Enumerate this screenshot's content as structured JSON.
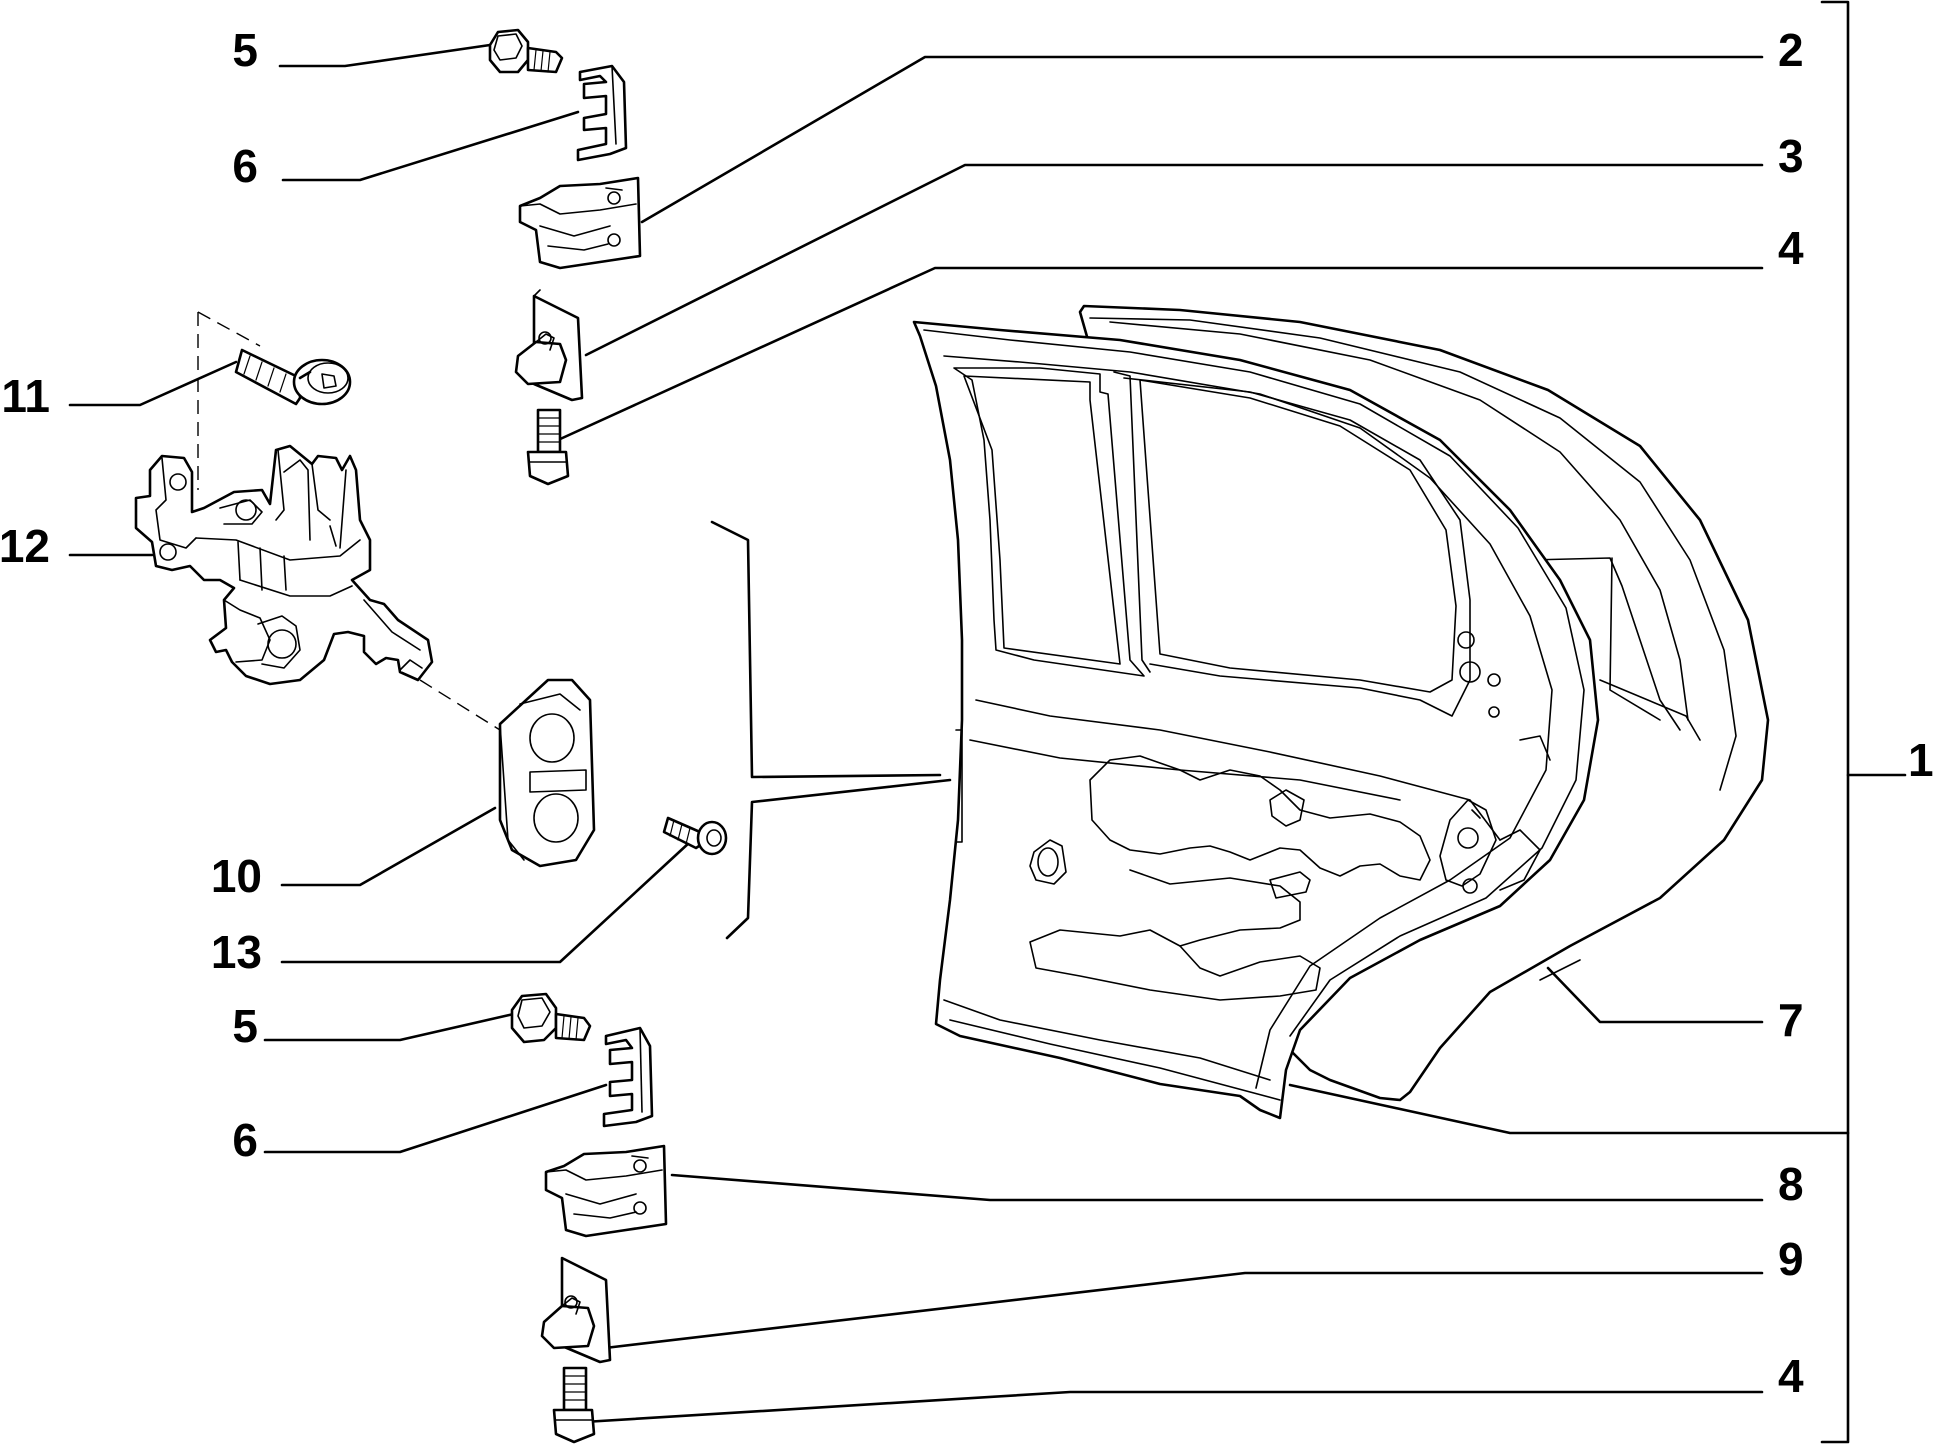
{
  "labels": {
    "l5_top": "5",
    "l6_top": "6",
    "l11": "11",
    "l12": "12",
    "l10": "10",
    "l13": "13",
    "l5_bot": "5",
    "l6_bot": "6",
    "r2": "2",
    "r3": "3",
    "r4_top": "4",
    "r1": "1",
    "r7": "7",
    "r8": "8",
    "r9": "9",
    "r4_bot": "4"
  }
}
